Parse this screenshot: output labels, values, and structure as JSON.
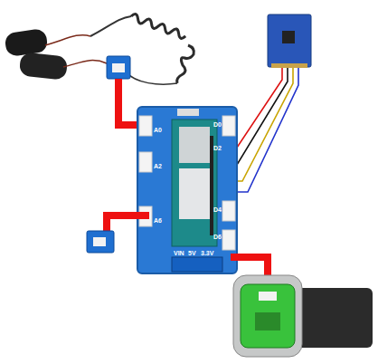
{
  "diagram": {
    "labels": [
      "A0",
      "A2",
      "A6",
      "D0",
      "D2",
      "D4",
      "D6",
      "VIN",
      "5V",
      "3.3V"
    ]
  }
}
